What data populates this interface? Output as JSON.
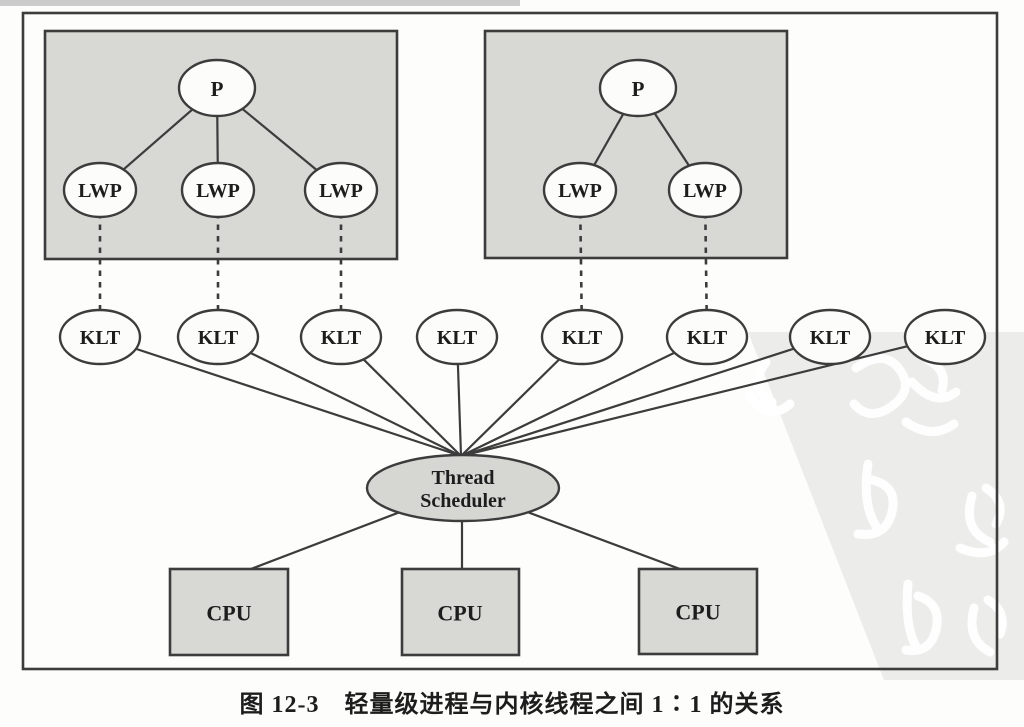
{
  "figure": {
    "caption": "图 12-3　轻量级进程与内核线程之间 1∶1 的关系",
    "processes": [
      {
        "label": "P",
        "lwps": [
          "LWP",
          "LWP",
          "LWP"
        ]
      },
      {
        "label": "P",
        "lwps": [
          "LWP",
          "LWP"
        ]
      }
    ],
    "kernel_threads": [
      "KLT",
      "KLT",
      "KLT",
      "KLT",
      "KLT",
      "KLT",
      "KLT",
      "KLT"
    ],
    "scheduler": {
      "line1": "Thread",
      "line2": "Scheduler"
    },
    "cpus": [
      "CPU",
      "CPU",
      "CPU"
    ],
    "colors": {
      "stroke": "#3c3c3c",
      "box_fill": "#d8d8d5",
      "node_fill": "#fcfcfa",
      "scheduler_fill": "#d6d6d3",
      "cpu_fill": "#d8d8d5",
      "watermark_fill": "#ececea",
      "scan_strip": "#cbcbcb",
      "background": "#fdfdfc",
      "text": "#1d1d1d"
    }
  }
}
